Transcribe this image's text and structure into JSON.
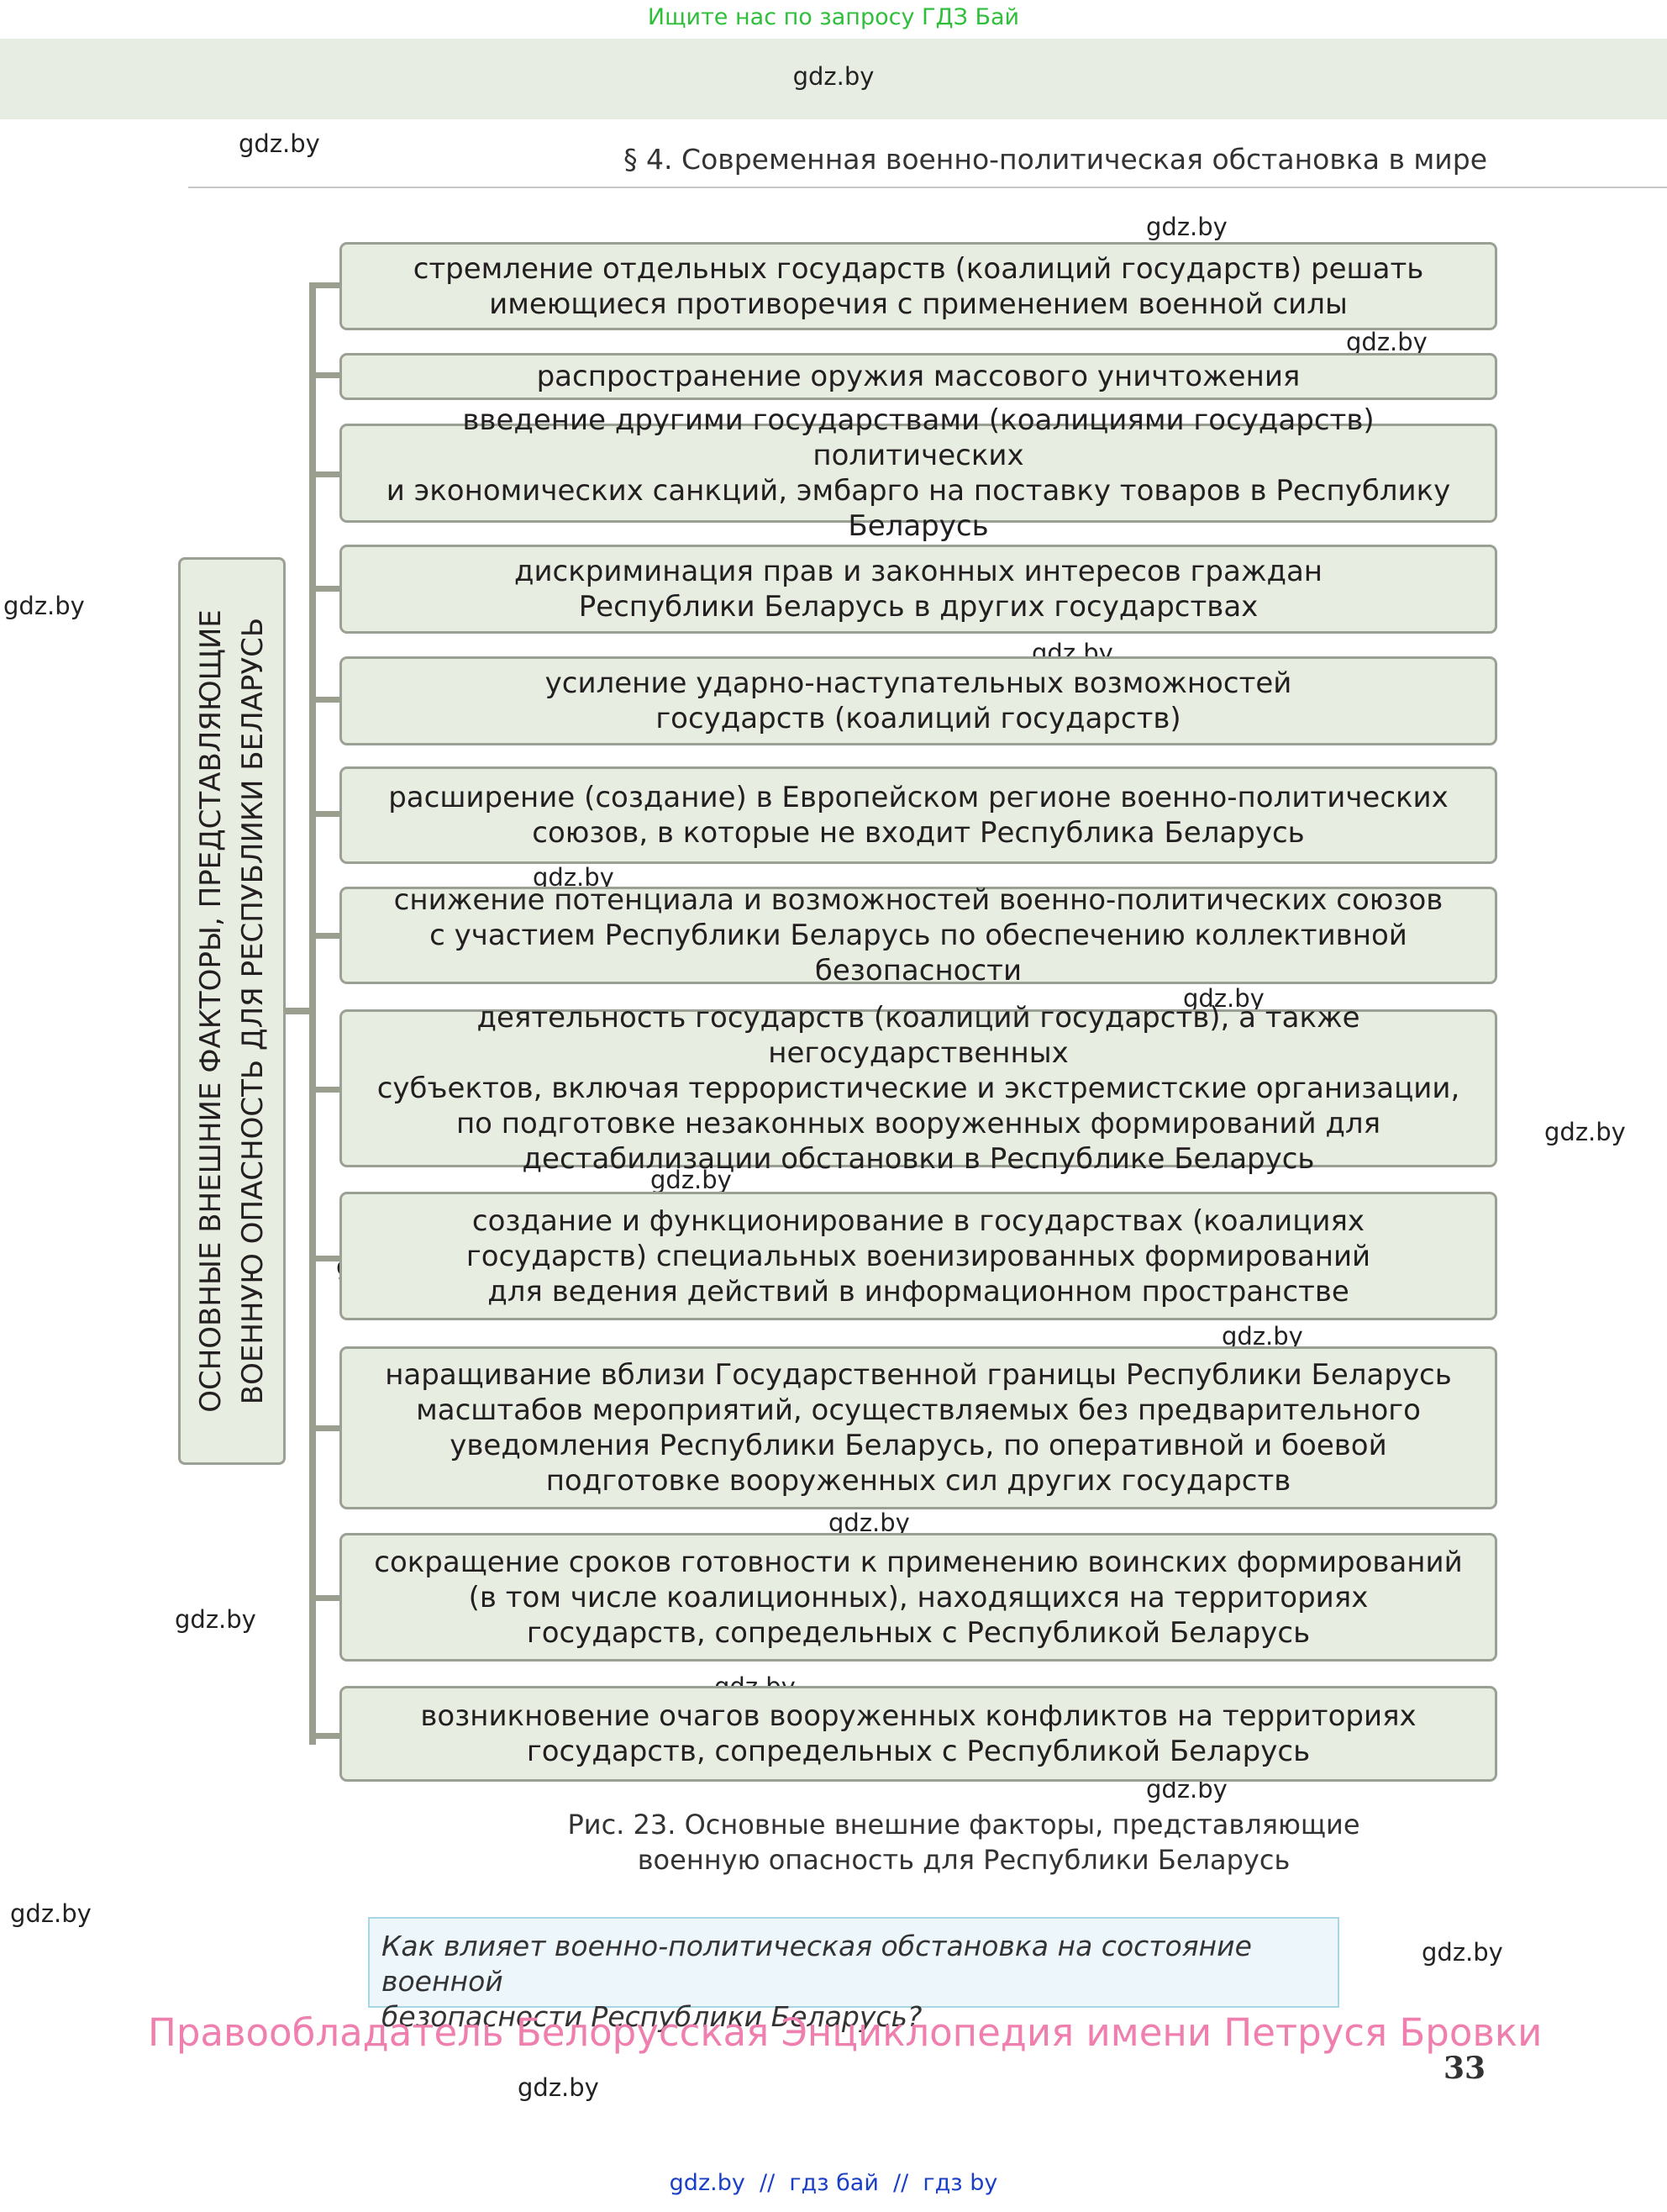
{
  "top_banner": "Ищите нас по запросу ГДЗ Бай",
  "header": {
    "site": "gdz.by"
  },
  "section_title": "§ 4. Современная военно-политическая обстановка в мире",
  "watermark": "gdz.by",
  "diagram": {
    "vertical_title": "ОСНОВНЫЕ ВНЕШНИЕ ФАКТОРЫ, ПРЕДСТАВЛЯЮЩИЕ\nВОЕННУЮ ОПАСНОСТЬ ДЛЯ РЕСПУБЛИКИ БЕЛАРУСЬ",
    "factors": [
      "стремление отдельных государств (коалиций государств) решать\nимеющиеся противоречия с применением военной силы",
      "распространение оружия массового уничтожения",
      "введение другими государствами (коалициями государств) политических\nи экономических санкций, эмбарго на поставку товаров в Республику Беларусь",
      "дискриминация прав и законных интересов граждан\nРеспублики Беларусь в других государствах",
      "усиление ударно-наступательных возможностей\nгосударств (коалиций государств)",
      "расширение (создание) в Европейском регионе военно-политических\nсоюзов, в которые не входит Республика Беларусь",
      "снижение потенциала и возможностей военно-политических союзов\nс участием Республики Беларусь по обеспечению коллективной безопасности",
      "деятельность государств (коалиций государств), а также негосударственных\nсубъектов, включая террористические и экстремистские организации,\nпо подготовке незаконных вооруженных формирований для\nдестабилизации обстановки в Республике Беларусь",
      "создание и функционирование в государствах (коалициях\nгосударств) специальных военизированных формирований\nдля ведения действий в информационном пространстве",
      "наращивание вблизи Государственной границы Республики Беларусь\nмасштабов мероприятий, осуществляемых без предварительного\nуведомления Республики Беларусь, по оперативной и боевой\nподготовке вооруженных сил других государств",
      "сокращение сроков готовности к применению воинских формирований\n(в том числе коалиционных), находящихся на территориях\nгосударств, сопредельных с Республикой Беларусь",
      "возникновение очагов вооруженных конфликтов на территориях\nгосударств, сопредельных с Республикой Беларусь"
    ]
  },
  "caption": "Рис. 23. Основные внешние факторы, представляющие\nвоенную опасность для Республики Беларусь",
  "question": "Как влияет военно-политическая обстановка на состояние военной\nбезопасности Республики Беларусь?",
  "rights": "Правообладатель Белорусская Энциклопедия имени Петруся Бровки",
  "page_number": "33",
  "footer": "gdz.by  //  гдз бай  //  гдз by"
}
